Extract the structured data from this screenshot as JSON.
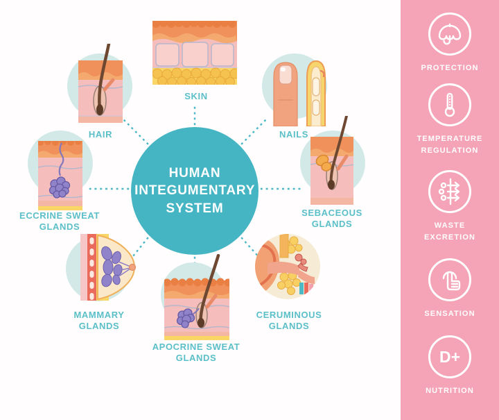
{
  "title": {
    "text": "HUMAN INTEGUMENTARY SYSTEM"
  },
  "items": [
    {
      "id": "skin",
      "label": "SKIN"
    },
    {
      "id": "hair",
      "label": "HAIR"
    },
    {
      "id": "nails",
      "label": "NAILS"
    },
    {
      "id": "eccrine-sweat-glands",
      "label": "ECCRINE SWEAT GLANDS"
    },
    {
      "id": "sebaceous-glands",
      "label": "SEBACEOUS GLANDS"
    },
    {
      "id": "mammary-glands",
      "label": "MAMMARY GLANDS"
    },
    {
      "id": "ceruminous-glands",
      "label": "CERUMINOUS GLANDS"
    },
    {
      "id": "apocrine-sweat-glands",
      "label": "APOCRINE SWEAT GLANDS"
    }
  ],
  "sidebar": {
    "functions": [
      {
        "icon": "umbrella-icon",
        "label": "PROTECTION"
      },
      {
        "icon": "thermometer-icon",
        "label": "TEMPERATURE REGULATION"
      },
      {
        "icon": "waste-filter-icon",
        "label": "WASTE EXCRETION"
      },
      {
        "icon": "touch-finger-icon",
        "label": "SENSATION"
      },
      {
        "icon": "vitamin-d-icon",
        "label": "NUTRITION",
        "badge": "D+"
      }
    ]
  },
  "colors": {
    "accent_teal": "#45b5c3",
    "pale_teal": "#d2e9e8",
    "label_teal": "#5abfc8",
    "sidebar_pink": "#f4a4b6",
    "epidermis_orange": "#f0905a",
    "dermis_pink": "#f6bdbd",
    "fat_yellow": "#f9d666",
    "hair_brown": "#6f4832",
    "gland_purple": "#9183c9",
    "muscle_red": "#ea6a5c",
    "skin_tone": "#f1a37f",
    "background": "#fffdfd"
  }
}
